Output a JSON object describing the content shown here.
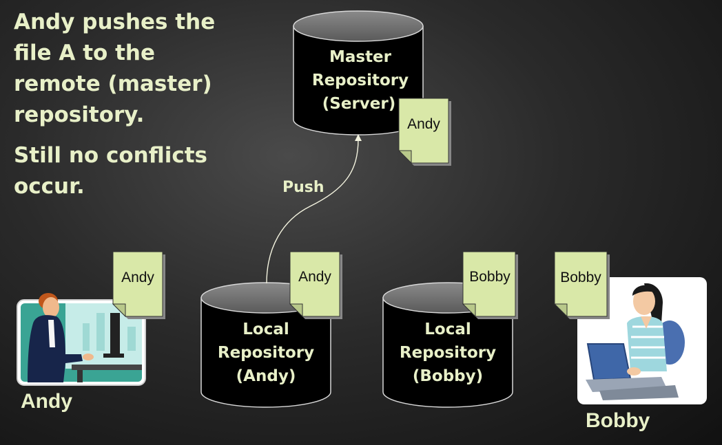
{
  "caption": {
    "line1": "Andy pushes the file A to the remote (master) repository.",
    "line2": "Still no conflicts occur."
  },
  "master_repo": {
    "line1": "Master",
    "line2": "Repository",
    "line3": "(Server)",
    "file": "Andy"
  },
  "local_andy": {
    "line1": "Local",
    "line2": "Repository",
    "line3": "(Andy)",
    "file": "Andy"
  },
  "local_bobby": {
    "line1": "Local",
    "line2": "Repository",
    "line3": "(Bobby)",
    "file": "Bobby"
  },
  "andy_workstation_file": "Andy",
  "bobby_workstation_file": "Bobby",
  "push_label": "Push",
  "people": {
    "andy": "Andy",
    "bobby": "Bobby"
  }
}
